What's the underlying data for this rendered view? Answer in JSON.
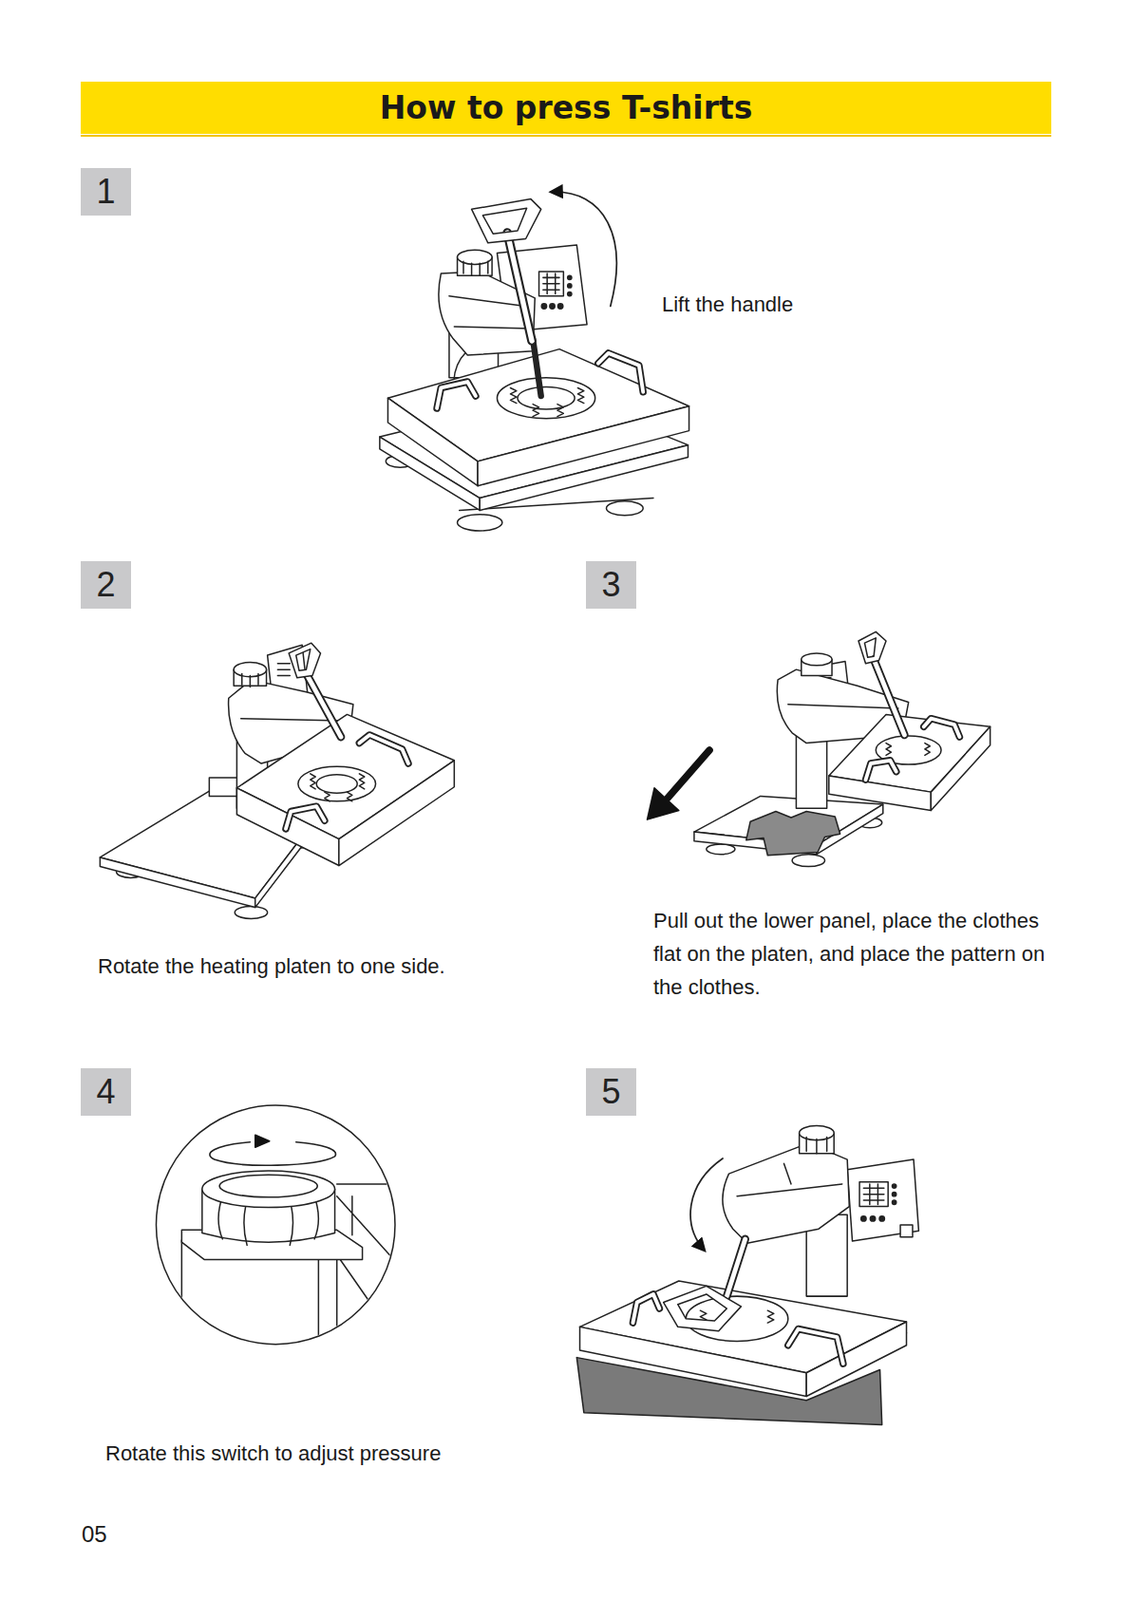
{
  "diagram": {
    "title": "How to press T-shirts",
    "nodes": [
      {
        "text": [
          "1"
        ]
      },
      {
        "text": [
          "2"
        ]
      },
      {
        "text": [
          "3"
        ]
      },
      {
        "text": [
          "4"
        ]
      },
      {
        "text": [
          "5"
        ]
      }
    ],
    "labels": [
      "Lift the handle",
      "Rotate the heating platen to one side.",
      "Pull out the lower panel, place the clothes flat on the platen, and place the pattern on the clothes.",
      "Rotate this switch to adjust pressure",
      "05"
    ]
  }
}
